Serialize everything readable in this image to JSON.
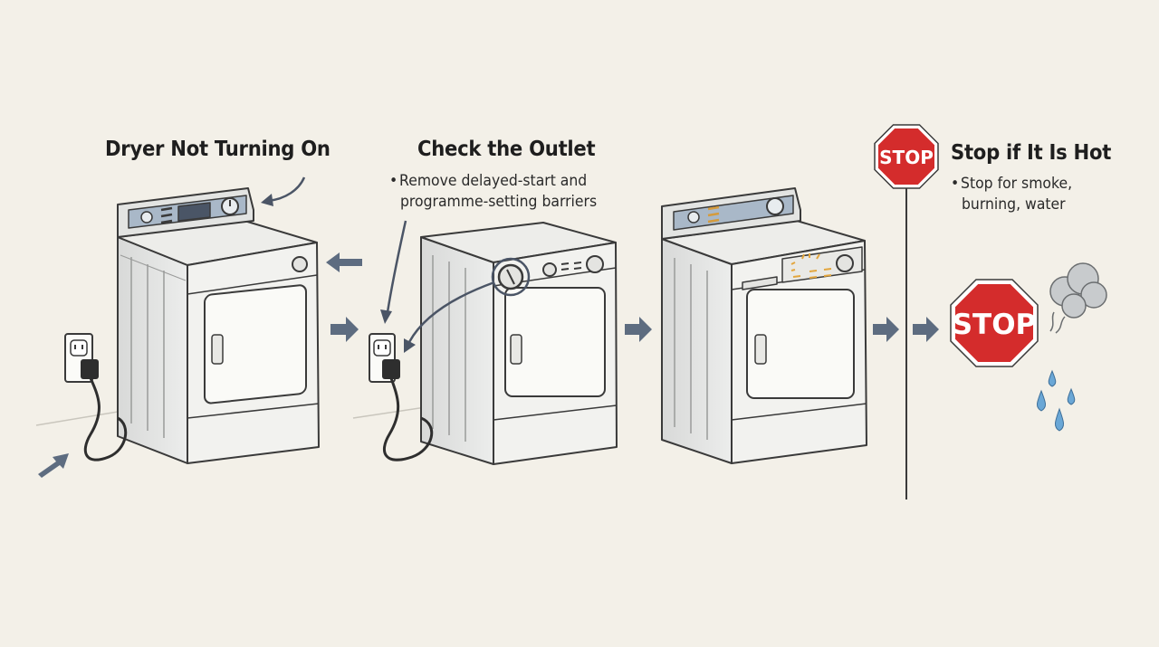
{
  "steps": [
    {
      "title": "Dryer Not Turning On",
      "bullets": []
    },
    {
      "title": "Check the Outlet",
      "bullets": [
        "Remove delayed-start and",
        "programme-setting barriers"
      ]
    },
    {
      "title": "Stop if It Is Hot",
      "bullets": [
        "Stop for smoke,",
        "burning, water"
      ]
    }
  ],
  "signs": {
    "small": "STOP",
    "large": "STOP"
  },
  "colors": {
    "background": "#f3f0e8",
    "stop_red": "#d42c2c",
    "arrow_blue": "#5d6c80",
    "panel_blue": "#a9b8c8",
    "water_blue": "#6aa7d6",
    "smoke_gray": "#b9bcbf"
  },
  "icons": [
    "dryer-icon",
    "outlet-icon",
    "power-cord-icon",
    "arrow-icon",
    "stop-sign-icon",
    "smoke-icon",
    "water-drop-icon"
  ]
}
